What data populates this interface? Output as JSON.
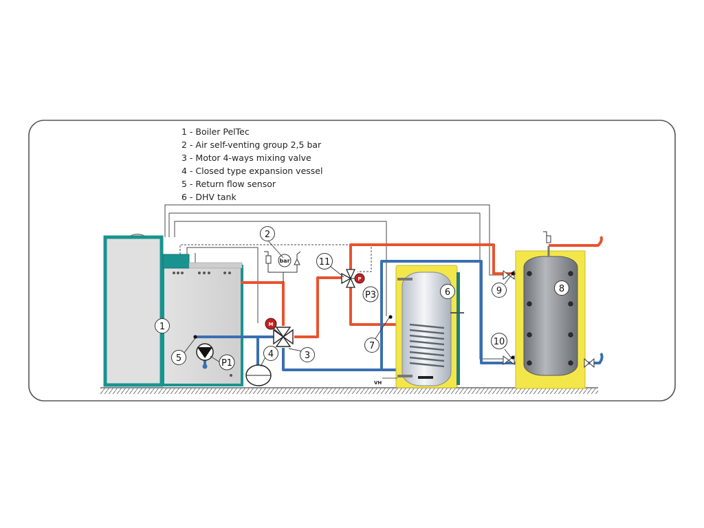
{
  "legend": [
    "1 - Boiler PelTec",
    "2 - Air self-venting group 2,5 bar",
    "3 - Motor 4-ways mixing valve",
    "4 - Closed type expansion vessel",
    "5 - Return flow sensor",
    "6 - DHV tank"
  ],
  "callouts": {
    "c1": "1",
    "c2": "2",
    "c3": "3",
    "c4": "4",
    "c5": "5",
    "c6": "6",
    "c7": "7",
    "c8": "8",
    "c9": "9",
    "c10": "10",
    "c11": "11",
    "p1": "P1",
    "p3": "P3"
  },
  "labels": {
    "motor": "M",
    "pump3": "P",
    "bar": "bar",
    "vh": "VH"
  },
  "colors": {
    "hot_pipe": "#e8532e",
    "cold_pipe": "#3a6fb0",
    "boiler_teal": "#19938f",
    "insulation_yellow": "#f3e64a",
    "buffer_tank": "#8f9399",
    "frame": "#555555"
  }
}
